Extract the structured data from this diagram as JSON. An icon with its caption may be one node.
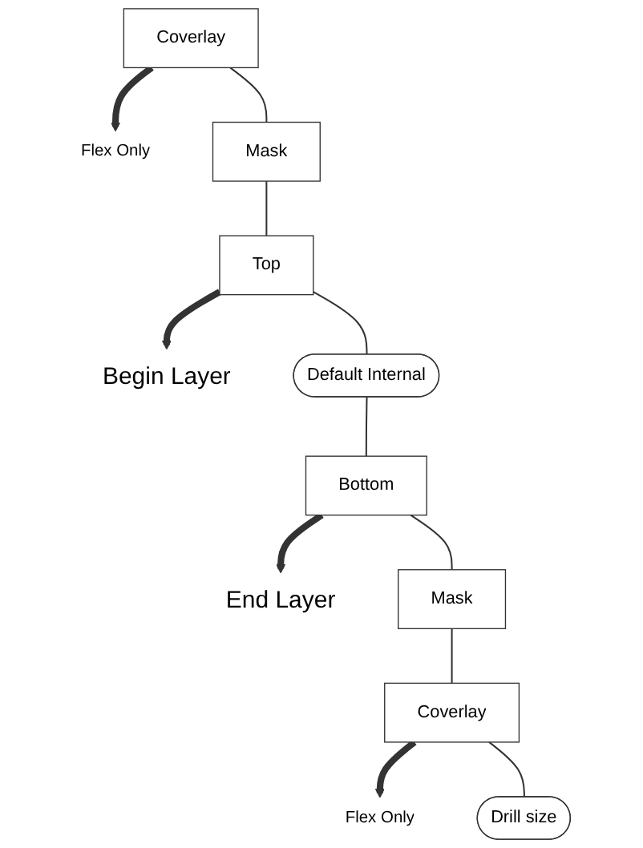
{
  "diagram": {
    "nodes": [
      {
        "text": [
          "Coverlay"
        ]
      },
      {
        "text": [
          "Flex Only"
        ]
      },
      {
        "text": [
          "Mask"
        ]
      },
      {
        "text": [
          "Top"
        ]
      },
      {
        "text": [
          "Begin Layer"
        ]
      },
      {
        "text": [
          "Default Internal"
        ]
      },
      {
        "text": [
          "Bottom"
        ]
      },
      {
        "text": [
          "End Layer"
        ]
      },
      {
        "text": [
          "Mask"
        ]
      },
      {
        "text": [
          "Coverlay"
        ]
      },
      {
        "text": [
          "Flex Only"
        ]
      },
      {
        "text": [
          "Drill size"
        ]
      }
    ],
    "edges": [
      {
        "from": 0,
        "to": 1,
        "arrow": "to",
        "style": "thick"
      },
      {
        "from": 0,
        "to": 2,
        "arrow": "none"
      },
      {
        "from": 2,
        "to": 3,
        "arrow": "none"
      },
      {
        "from": 3,
        "to": 4,
        "arrow": "to",
        "style": "thick"
      },
      {
        "from": 3,
        "to": 5,
        "arrow": "none"
      },
      {
        "from": 5,
        "to": 6,
        "arrow": "none"
      },
      {
        "from": 6,
        "to": 7,
        "arrow": "to",
        "style": "thick"
      },
      {
        "from": 6,
        "to": 8,
        "arrow": "none"
      },
      {
        "from": 8,
        "to": 9,
        "arrow": "none"
      },
      {
        "from": 9,
        "to": 10,
        "arrow": "to",
        "style": "thick"
      },
      {
        "from": 9,
        "to": 11,
        "arrow": "none"
      }
    ]
  }
}
